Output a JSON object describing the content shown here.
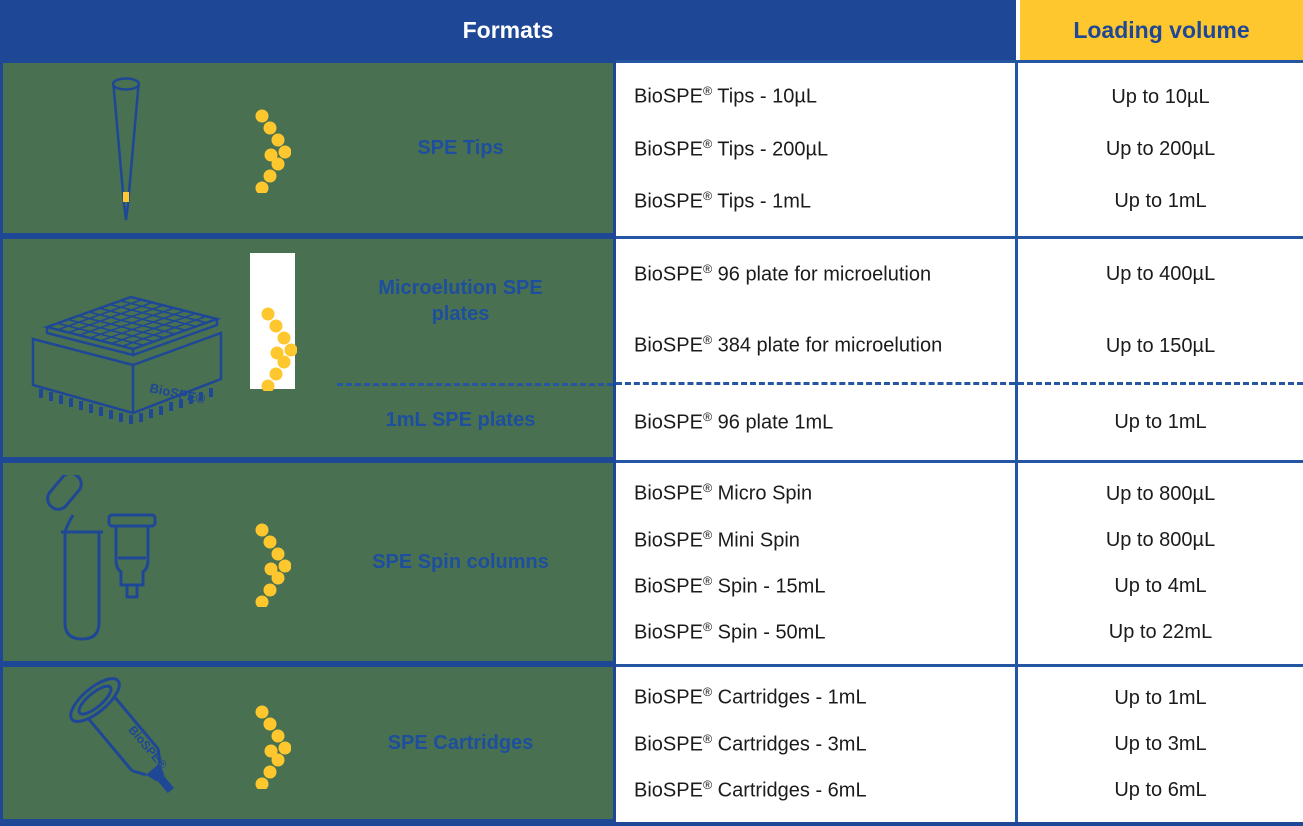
{
  "header": {
    "formats": "Formats",
    "loading_volume": "Loading volume"
  },
  "colors": {
    "header_blue": "#1E4796",
    "accent_yellow": "#FFC72E",
    "cell_green": "#4A7052",
    "line_blue": "#2456A4",
    "label_blue": "#1D4F9E"
  },
  "rows": [
    {
      "icon": "pipette-tip-icon",
      "category": "SPE Tips",
      "products": [
        {
          "brand": "BioSPE",
          "reg": "®",
          "rest": " Tips - 10µL",
          "volume": "Up to 10µL"
        },
        {
          "brand": "BioSPE",
          "reg": "®",
          "rest": " Tips - 200µL",
          "volume": "Up to 200µL"
        },
        {
          "brand": "BioSPE",
          "reg": "®",
          "rest": " Tips - 1mL",
          "volume": "Up to 1mL"
        }
      ]
    },
    {
      "icon": "well-plate-icon",
      "plate_text": "BioSPE®",
      "sections": [
        {
          "category": "Microelution SPE plates",
          "products": [
            {
              "brand": "BioSPE",
              "reg": "®",
              "rest": " 96 plate for microelution",
              "volume": "Up to 400µL"
            },
            {
              "brand": "BioSPE",
              "reg": "®",
              "rest": " 384 plate for microelution",
              "volume": "Up to 150µL"
            }
          ]
        },
        {
          "category": "1mL SPE plates",
          "products": [
            {
              "brand": "BioSPE",
              "reg": "®",
              "rest": " 96 plate 1mL",
              "volume": "Up to 1mL"
            }
          ]
        }
      ]
    },
    {
      "icon": "spin-columns-icon",
      "category": "SPE Spin columns",
      "products": [
        {
          "brand": "BioSPE",
          "reg": "®",
          "rest": " Micro Spin",
          "volume": "Up to 800µL"
        },
        {
          "brand": "BioSPE",
          "reg": "®",
          "rest": " Mini Spin",
          "volume": "Up to 800µL"
        },
        {
          "brand": "BioSPE",
          "reg": "®",
          "rest": " Spin - 15mL",
          "volume": "Up to 4mL"
        },
        {
          "brand": "BioSPE",
          "reg": "®",
          "rest": " Spin - 50mL",
          "volume": "Up to 22mL"
        }
      ]
    },
    {
      "icon": "cartridge-icon",
      "cartridge_text": "BioSPE®",
      "category": "SPE Cartridges",
      "products": [
        {
          "brand": "BioSPE",
          "reg": "®",
          "rest": " Cartridges - 1mL",
          "volume": "Up to 1mL"
        },
        {
          "brand": "BioSPE",
          "reg": "®",
          "rest": " Cartridges - 3mL",
          "volume": "Up to 3mL"
        },
        {
          "brand": "BioSPE",
          "reg": "®",
          "rest": " Cartridges - 6mL",
          "volume": "Up to 6mL"
        }
      ]
    }
  ]
}
